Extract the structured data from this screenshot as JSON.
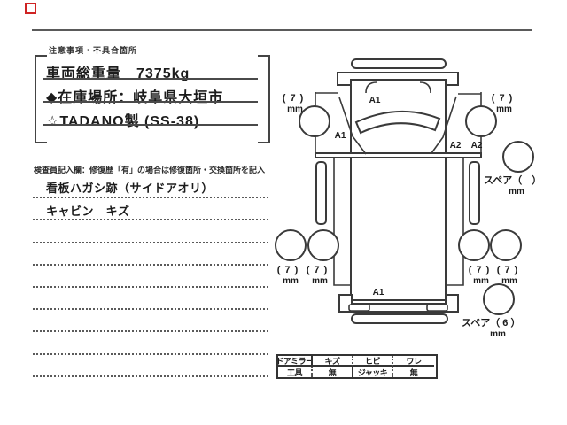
{
  "colors": {
    "ink": "#1c1c1c",
    "line": "#3a3a3a",
    "marker_red": "#cf2323"
  },
  "notes_box": {
    "label": "注意事項・不具合箇所",
    "lines": [
      "車両総重量　7375kg",
      "◆在庫場所：岐阜県大垣市",
      "☆TADANO製 (SS-38)"
    ]
  },
  "inspector": {
    "header": "検査員記入欄：修復歴「有」の場合は修復箇所・交換箇所を記入",
    "entries": [
      "看板ハガシ跡（サイドアオリ）",
      "キャビン　キズ"
    ]
  },
  "diagram": {
    "areas": {
      "cab_top": "A1",
      "cab_left": "A1",
      "cab_right_a": "A2",
      "cab_right_b": "A2",
      "bed_rear": "A1"
    },
    "tires": {
      "front_left": {
        "value": "( 7 )",
        "unit": "mm"
      },
      "front_right": {
        "value": "( 7 )",
        "unit": "mm"
      },
      "rear_left_outer": {
        "value": "( 7 )",
        "unit": "mm"
      },
      "rear_left_inner": {
        "value": "( 7 )",
        "unit": "mm"
      },
      "rear_right_inner": {
        "value": "( 7 )",
        "unit": "mm"
      },
      "rear_right_outer": {
        "value": "( 7 )",
        "unit": "mm"
      },
      "spare_top": {
        "label": "スペア（　）",
        "unit": "mm"
      },
      "spare_bottom": {
        "label": "スペア（ 6 ）",
        "unit": "mm"
      }
    }
  },
  "table": {
    "rows": [
      [
        "ドアミラー",
        "キズ",
        "ヒビ",
        "ワレ"
      ],
      [
        "工具",
        "無",
        "ジャッキ",
        "無"
      ]
    ]
  }
}
